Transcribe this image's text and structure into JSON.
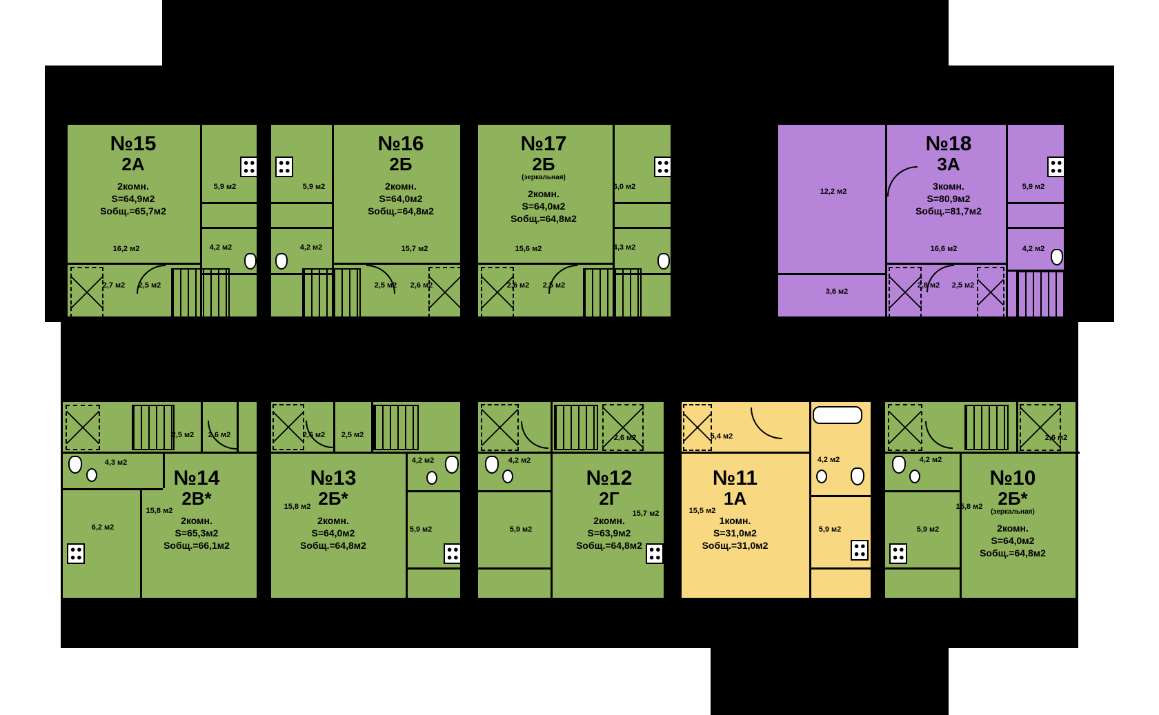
{
  "colors": {
    "background": "#ffffff",
    "building": "#000000",
    "apartment_green": "#8fb35c",
    "apartment_purple": "#b684d8",
    "apartment_yellow": "#f8d982"
  },
  "apartments": [
    {
      "id": "15",
      "number": "№15",
      "type": "2А",
      "mirror": "",
      "rooms_count": "2комн.",
      "area": "S=64,9м2",
      "total_area": "Sобщ.=65,7м2",
      "color": "green",
      "room_labels": [
        "5,9 м2",
        "16,2 м2",
        "4,2 м2",
        "2,7 м2",
        "2,5 м2"
      ]
    },
    {
      "id": "16",
      "number": "№16",
      "type": "2Б",
      "mirror": "",
      "rooms_count": "2комн.",
      "area": "S=64,0м2",
      "total_area": "Sобщ.=64,8м2",
      "color": "green",
      "room_labels": [
        "5,9 м2",
        "4,2 м2",
        "15,7 м2",
        "2,5 м2",
        "2,6 м2"
      ]
    },
    {
      "id": "17",
      "number": "№17",
      "type": "2Б",
      "mirror": "(зеркальная)",
      "rooms_count": "2комн.",
      "area": "S=64,0м2",
      "total_area": "Sобщ.=64,8м2",
      "color": "green",
      "room_labels": [
        "6,0 м2",
        "15,6 м2",
        "4,3 м2",
        "2,6 м2",
        "2,5 м2"
      ]
    },
    {
      "id": "18",
      "number": "№18",
      "type": "3А",
      "mirror": "",
      "rooms_count": "3комн.",
      "area": "S=80,9м2",
      "total_area": "Sобщ.=81,7м2",
      "color": "purple",
      "room_labels": [
        "12,2 м2",
        "5,9 м2",
        "16,6 м2",
        "4,2 м2",
        "3,6 м2",
        "2,8 м2",
        "2,5 м2"
      ]
    },
    {
      "id": "14",
      "number": "№14",
      "type": "2В*",
      "mirror": "",
      "rooms_count": "2комн.",
      "area": "S=65,3м2",
      "total_area": "Sобщ.=66,1м2",
      "color": "green",
      "room_labels": [
        "2,5 м2",
        "2,6 м2",
        "4,3 м2",
        "15,8 м2",
        "6,2 м2"
      ]
    },
    {
      "id": "13",
      "number": "№13",
      "type": "2Б*",
      "mirror": "",
      "rooms_count": "2комн.",
      "area": "S=64,0м2",
      "total_area": "Sобщ.=64,8м2",
      "color": "green",
      "room_labels": [
        "2,6 м2",
        "2,5 м2",
        "15,8 м2",
        "4,2 м2",
        "5,9 м2"
      ]
    },
    {
      "id": "12",
      "number": "№12",
      "type": "2Г",
      "mirror": "",
      "rooms_count": "2комн.",
      "area": "S=63,9м2",
      "total_area": "Sобщ.=64,8м2",
      "color": "green",
      "room_labels": [
        "2,6 м2",
        "4,2 м2",
        "15,7 м2",
        "5,9 м2"
      ]
    },
    {
      "id": "11",
      "number": "№11",
      "type": "1А",
      "mirror": "",
      "rooms_count": "1комн.",
      "area": "S=31,0м2",
      "total_area": "Sобщ.=31,0м2",
      "color": "yellow",
      "room_labels": [
        "5,4 м2",
        "15,5 м2",
        "4,2 м2",
        "5,9 м2"
      ]
    },
    {
      "id": "10",
      "number": "№10",
      "type": "2Б*",
      "mirror": "(зеркальная)",
      "rooms_count": "2комн.",
      "area": "S=64,0м2",
      "total_area": "Sобщ.=64,8м2",
      "color": "green",
      "room_labels": [
        "2,6 м2",
        "4,2 м2",
        "15,8 м2",
        "5,9 м2"
      ]
    }
  ]
}
